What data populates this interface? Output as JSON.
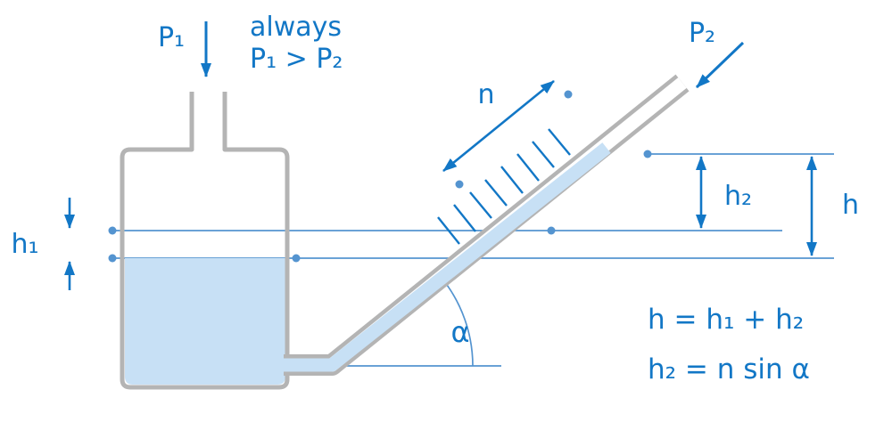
{
  "colors": {
    "accent": "#1277c6",
    "refline": "#5494d0",
    "outline": "#b4b4b4",
    "liquid": "#c7e0f5"
  },
  "labels": {
    "p1": "P₁",
    "p2": "P₂",
    "always_line1": "always",
    "always_line2": "P₁ > P₂",
    "n": "n",
    "h1": "h₁",
    "h2": "h₂",
    "h": "h",
    "alpha": "α"
  },
  "formulas": {
    "total_height": "h = h₁ + h₂",
    "slope_height": "h₂ = n sin α"
  }
}
